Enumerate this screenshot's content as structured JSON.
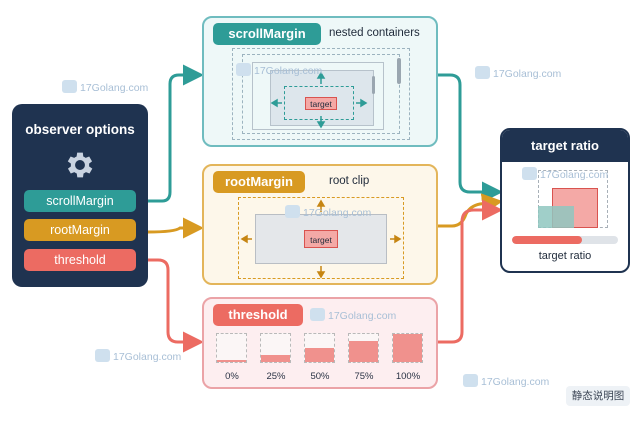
{
  "left_card": {
    "title": "observer options",
    "gear_icon": "gear-icon",
    "items": [
      {
        "label": "scrollMargin",
        "color": "#2e9c97"
      },
      {
        "label": "rootMargin",
        "color": "#d89a22"
      },
      {
        "label": "threshold",
        "color": "#ec6b62"
      }
    ]
  },
  "scroll_panel": {
    "title": "scrollMargin",
    "subtitle": "nested containers",
    "target_label": "target",
    "color": "#2e9c97"
  },
  "root_panel": {
    "title": "rootMargin",
    "subtitle": "root clip",
    "target_label": "target",
    "color": "#d89a22"
  },
  "threshold_panel": {
    "title": "threshold",
    "color": "#ec6b62",
    "steps": [
      {
        "label": "0%",
        "value": 0.0
      },
      {
        "label": "25%",
        "value": 0.25
      },
      {
        "label": "50%",
        "value": 0.5
      },
      {
        "label": "75%",
        "value": 0.75
      },
      {
        "label": "100%",
        "value": 1.0
      }
    ]
  },
  "ratio_card": {
    "title": "target ratio",
    "caption": "target ratio",
    "bar_value": 0.66
  },
  "watermark": {
    "text": "17Golang.com"
  },
  "static_button": "静态说明图"
}
